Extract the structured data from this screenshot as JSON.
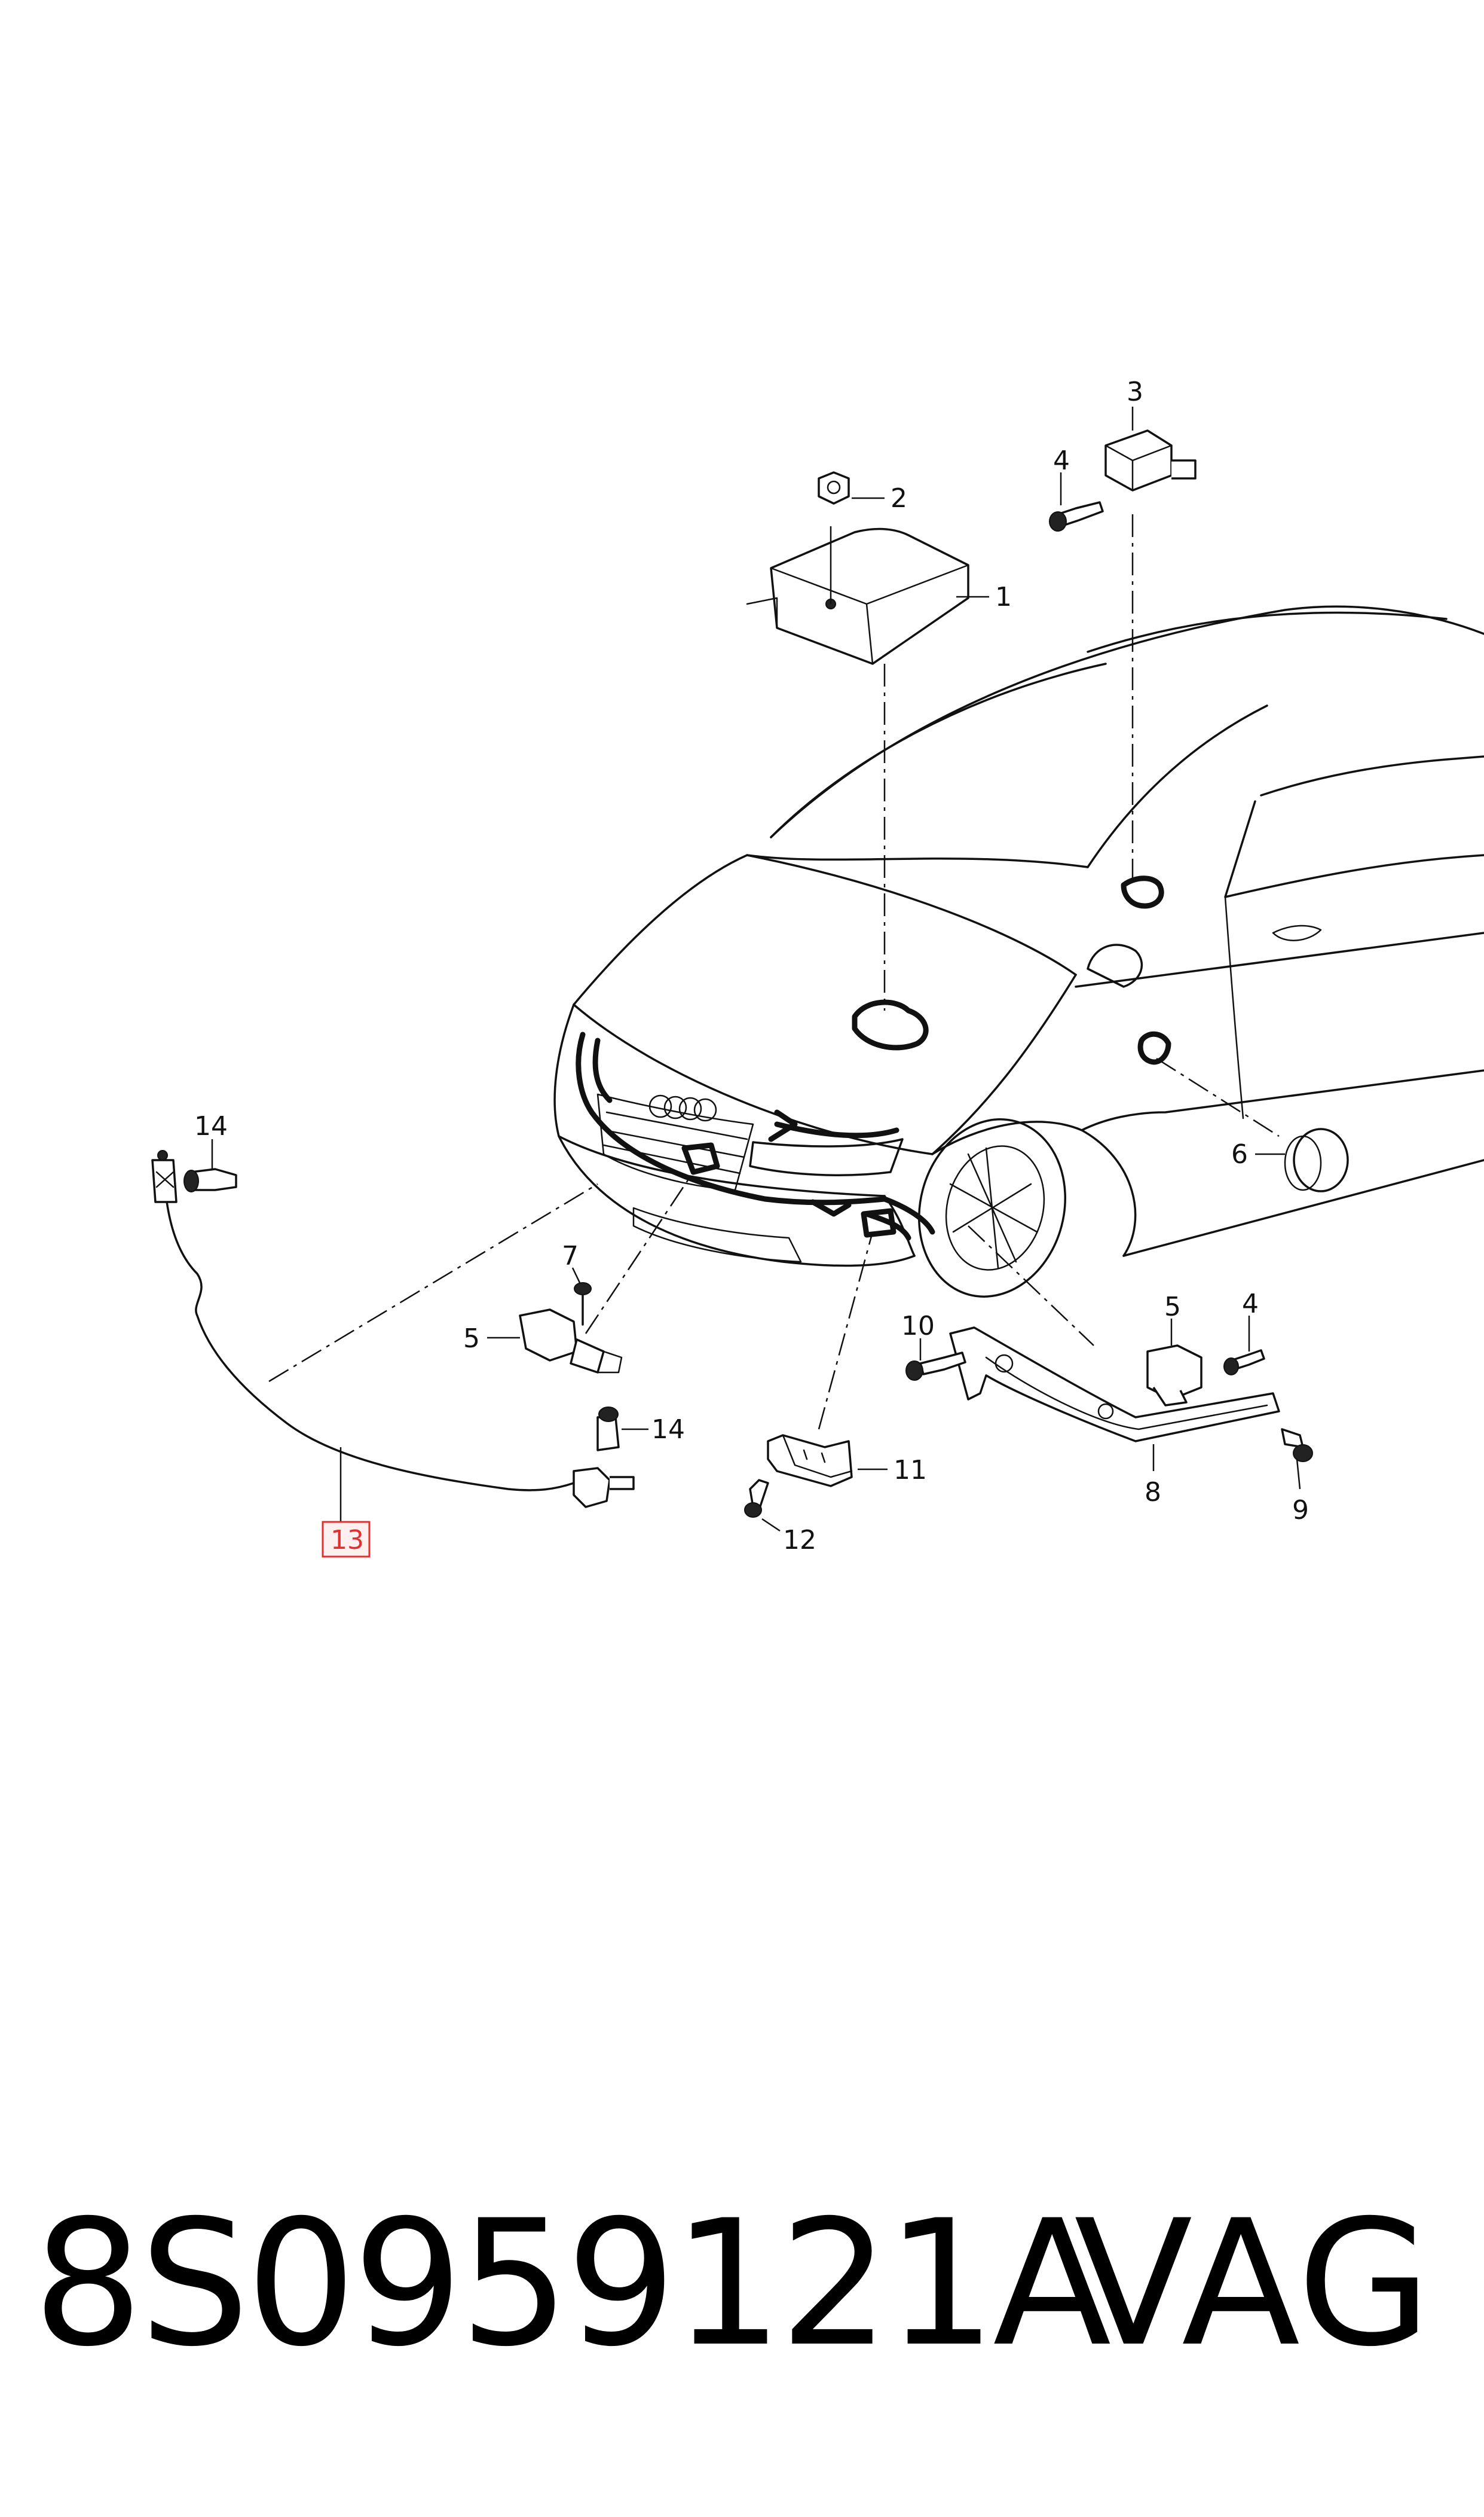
{
  "diagram": {
    "callouts": {
      "c1": "1",
      "c2": "2",
      "c3": "3",
      "c4a": "4",
      "c4b": "4",
      "c5a": "5",
      "c5b": "5",
      "c6": "6",
      "c7": "7",
      "c8": "8",
      "c9": "9",
      "c10": "10",
      "c11": "11",
      "c12": "12",
      "c13": "13",
      "c14a": "14",
      "c14b": "14"
    },
    "highlight_color": "#e03030"
  },
  "footer": {
    "part_number": "8S0959121A",
    "brand": "VAG"
  }
}
